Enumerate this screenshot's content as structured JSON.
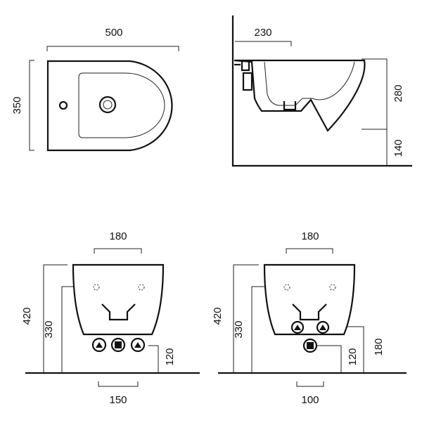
{
  "top_view": {
    "width_label": "500",
    "depth_label": "350"
  },
  "side_view": {
    "offset_label": "230",
    "height_label": "280",
    "floor_label": "140"
  },
  "front_view_left": {
    "top_width_label": "180",
    "total_height_label": "420",
    "body_height_label": "330",
    "pipe_height_label": "120",
    "bottom_width_label": "150"
  },
  "front_view_right": {
    "top_width_label": "180",
    "total_height_label": "420",
    "body_height_label": "330",
    "pipe_height_label": "120",
    "side_height_label": "180",
    "bottom_width_label": "100"
  }
}
